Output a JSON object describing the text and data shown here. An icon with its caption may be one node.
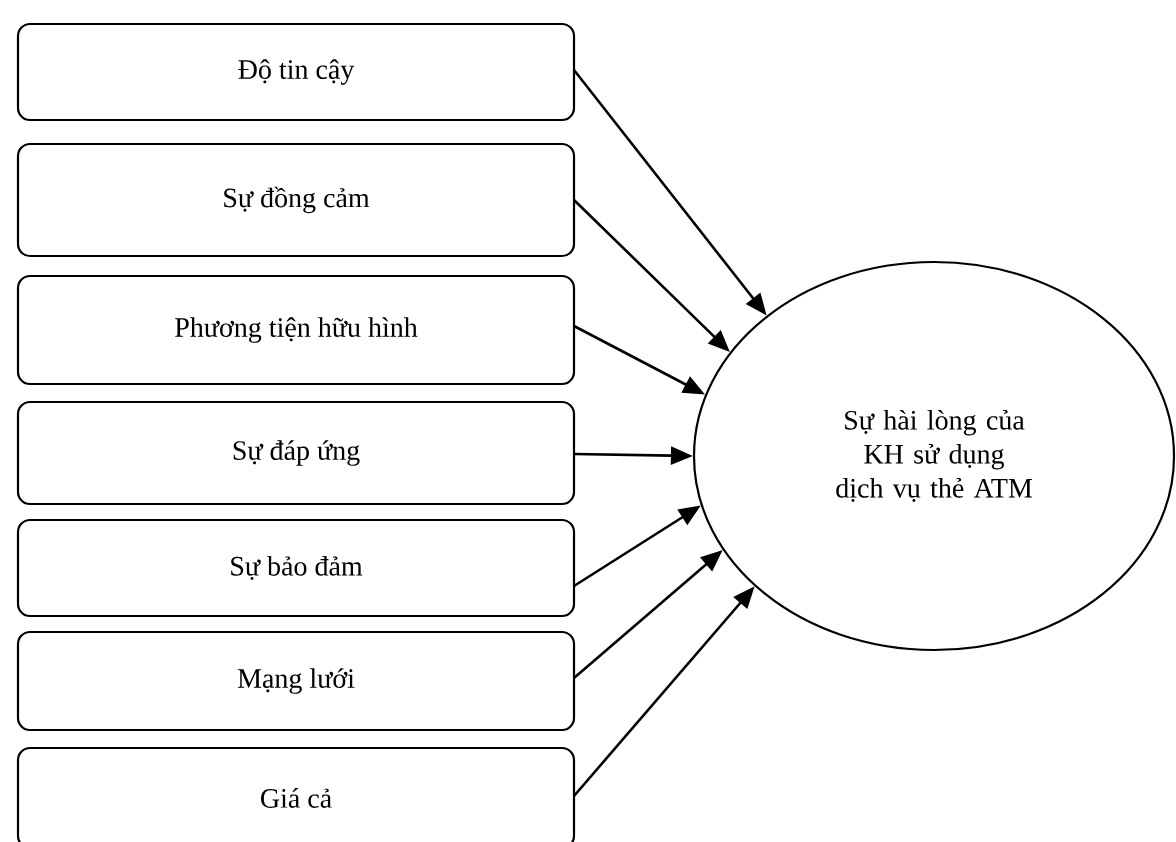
{
  "diagram": {
    "nodes": [
      {
        "text": [
          "Độ tin cậy"
        ]
      },
      {
        "text": [
          "Sự đồng cảm"
        ]
      },
      {
        "text": [
          "Phương tiện hữu hình"
        ]
      },
      {
        "text": [
          "Sự đáp ứng"
        ]
      },
      {
        "text": [
          "Sự bảo đảm"
        ]
      },
      {
        "text": [
          "Mạng lưới"
        ]
      },
      {
        "text": [
          "Giá cả"
        ]
      },
      {
        "text": [
          "Sự hài lòng của KH sử dụng dịch vụ thẻ ATM"
        ]
      }
    ],
    "edges": [
      {
        "from": 0,
        "to": 7,
        "arrow": "to"
      },
      {
        "from": 1,
        "to": 7,
        "arrow": "to"
      },
      {
        "from": 2,
        "to": 7,
        "arrow": "to"
      },
      {
        "from": 3,
        "to": 7,
        "arrow": "to"
      },
      {
        "from": 4,
        "to": 7,
        "arrow": "to"
      },
      {
        "from": 5,
        "to": 7,
        "arrow": "to"
      },
      {
        "from": 6,
        "to": 7,
        "arrow": "to"
      }
    ]
  }
}
